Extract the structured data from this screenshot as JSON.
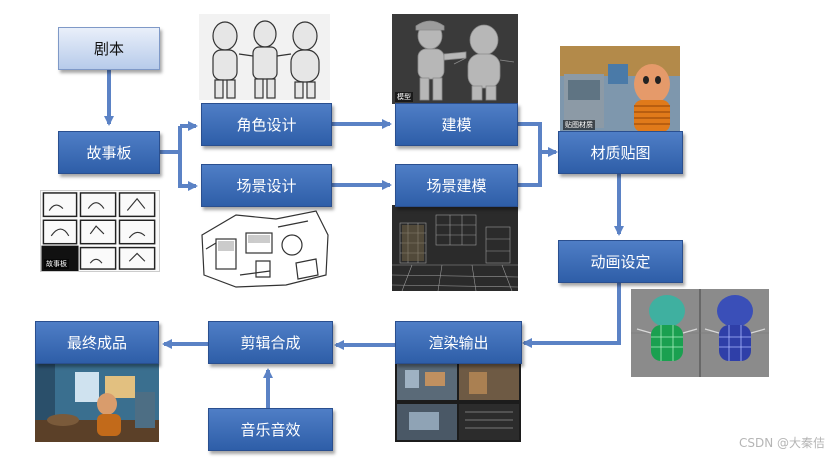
{
  "flow": {
    "script": "剧本",
    "storyboard": "故事板",
    "character_design": "角色设计",
    "scene_design": "场景设计",
    "modeling": "建模",
    "scene_modeling": "场景建模",
    "texturing": "材质贴图",
    "animation_setup": "动画设定",
    "render_output": "渲染输出",
    "edit_compose": "剪辑合成",
    "final_product": "最终成品",
    "music_sfx": "音乐音效"
  },
  "thumbnails": {
    "storyboard_tag": "故事板",
    "model_tag": "模型",
    "texture_tag": "贴图材质"
  },
  "colors": {
    "box_blue": "#3a6bb8",
    "box_light": "#dbe5f5",
    "arrow": "#5b82c5"
  },
  "watermark": "CSDN @大秦佶"
}
